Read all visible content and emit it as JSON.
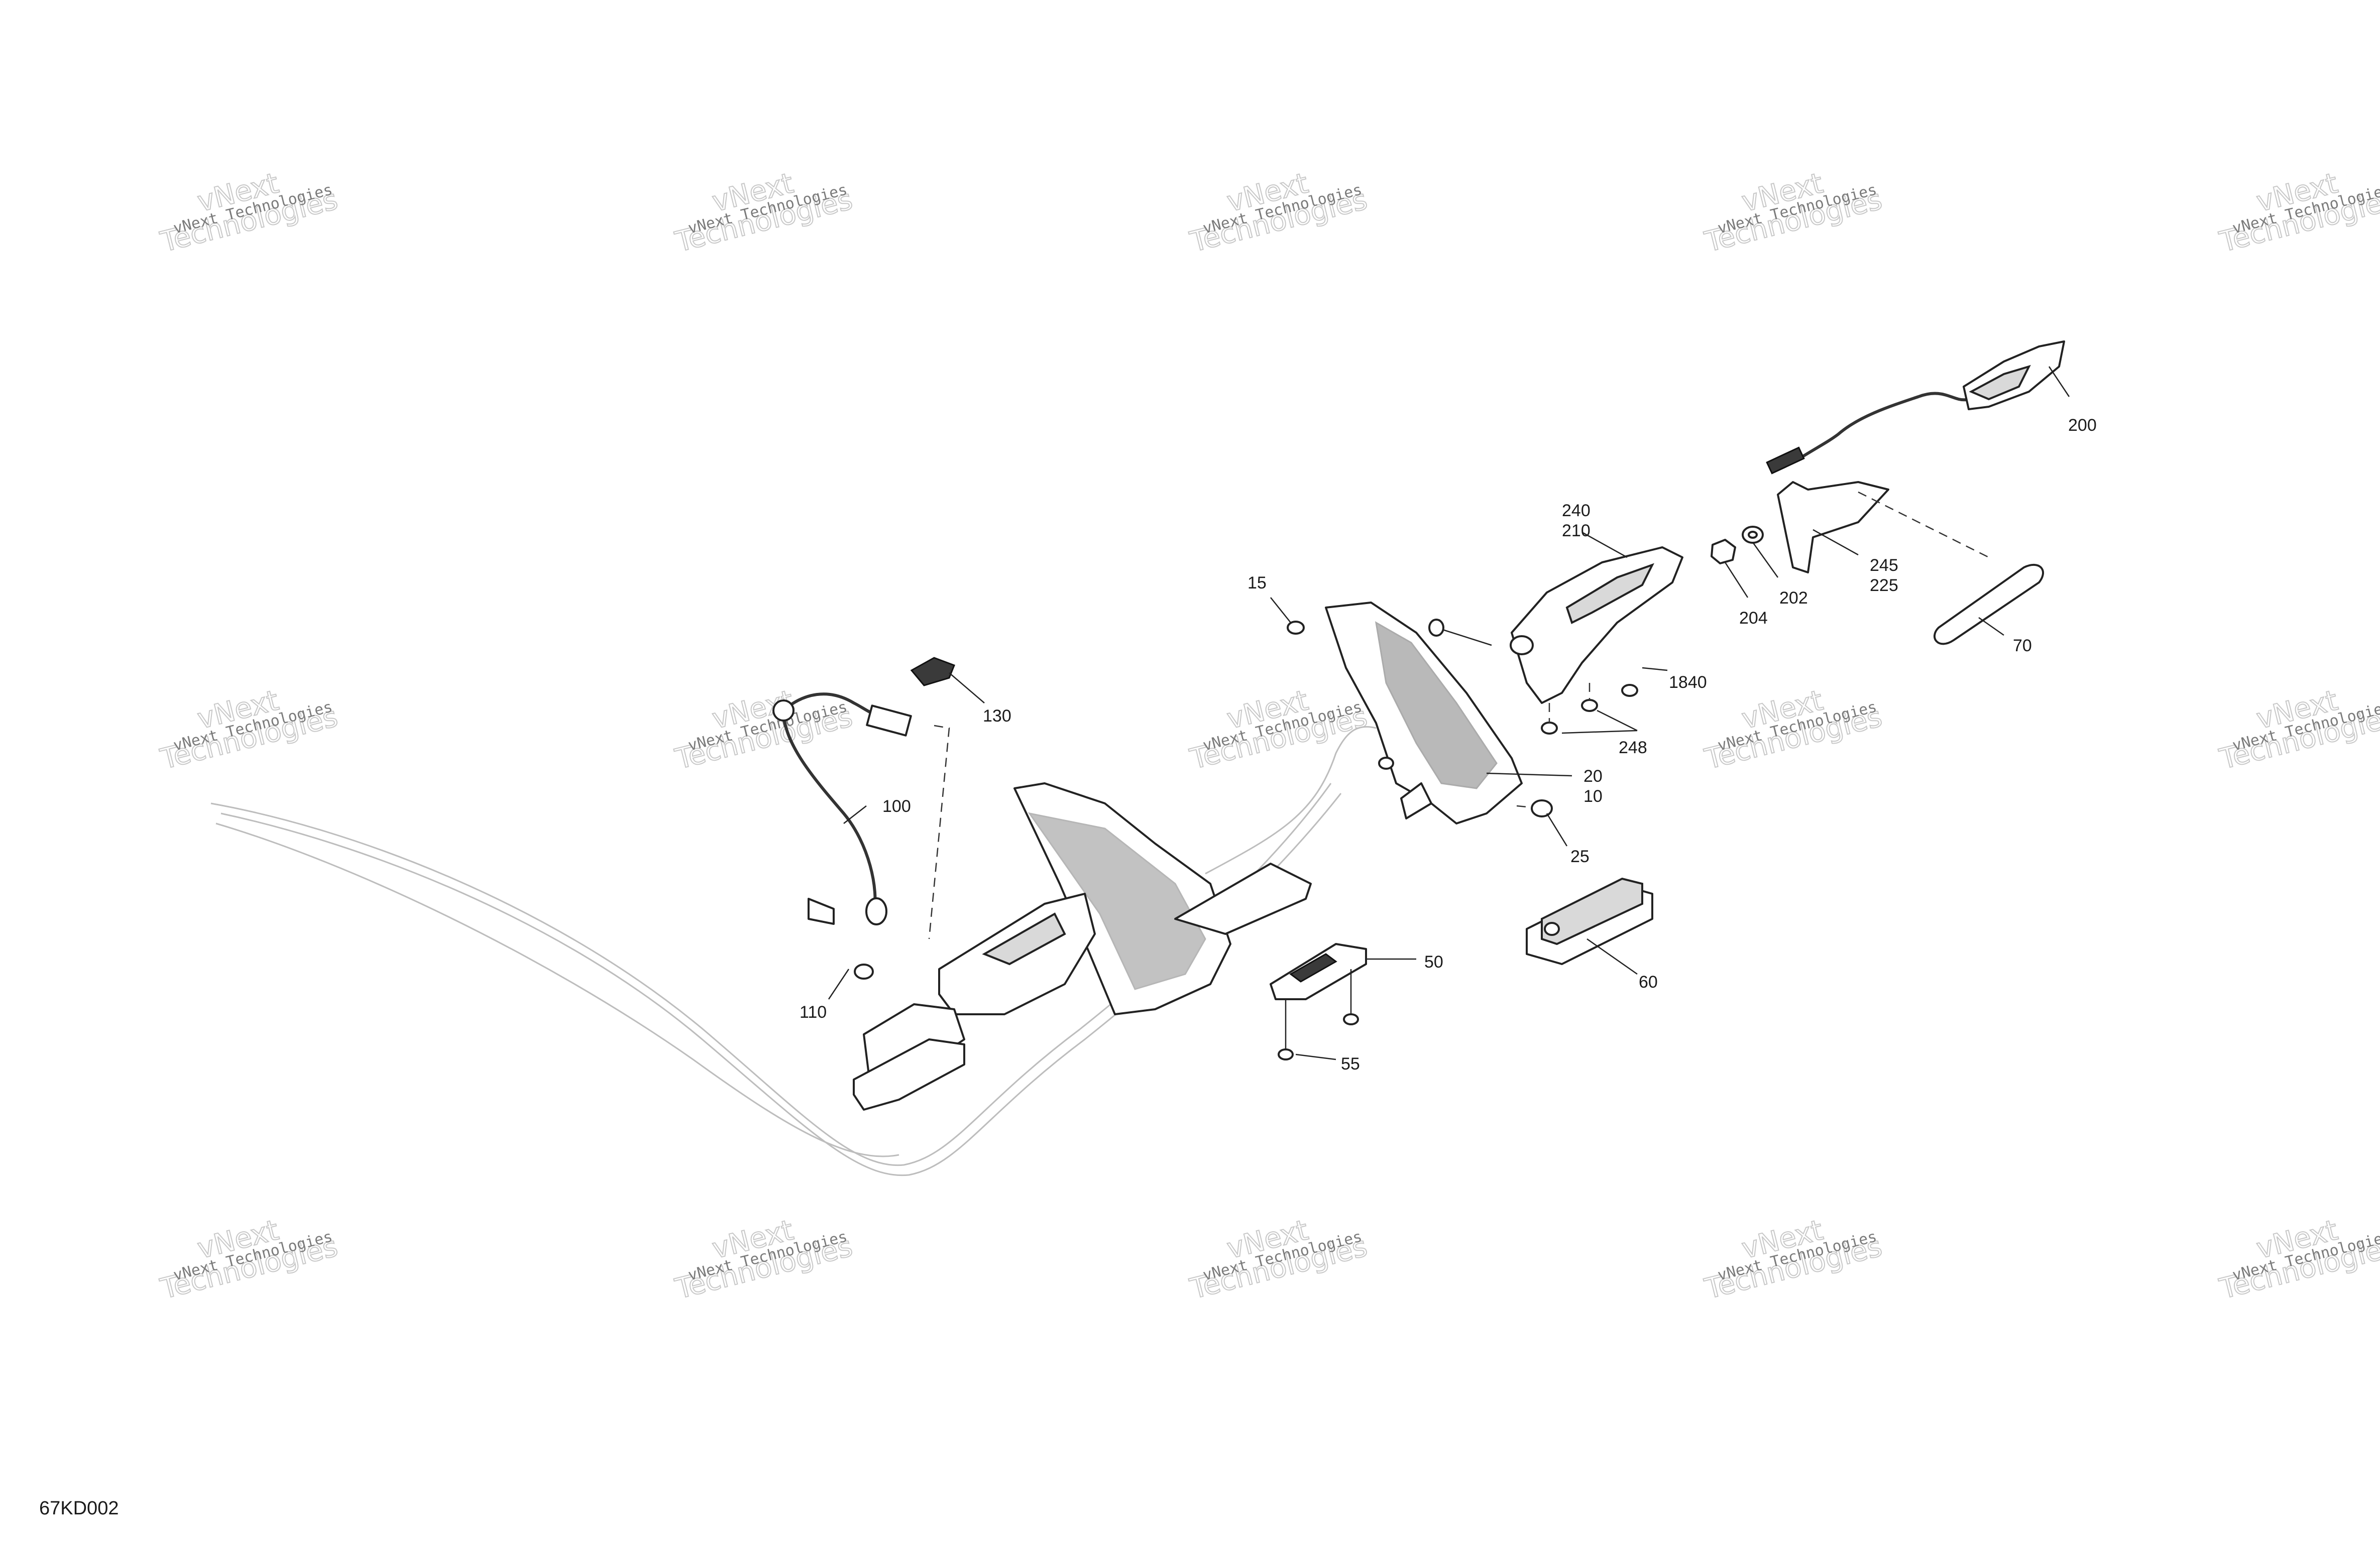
{
  "drawing_id": "67KD002",
  "watermark": {
    "line1": "vNext Technologies",
    "line2": "vNext",
    "line3": "Technologies"
  },
  "callouts": [
    {
      "id": "c200",
      "text": "200"
    },
    {
      "id": "c240",
      "text": "240"
    },
    {
      "id": "c210",
      "text": "210"
    },
    {
      "id": "c245",
      "text": "245"
    },
    {
      "id": "c225",
      "text": "225"
    },
    {
      "id": "c202",
      "text": "202"
    },
    {
      "id": "c204",
      "text": "204"
    },
    {
      "id": "c70",
      "text": "70"
    },
    {
      "id": "c15",
      "text": "15"
    },
    {
      "id": "c1840",
      "text": "1840"
    },
    {
      "id": "c248",
      "text": "248"
    },
    {
      "id": "c130",
      "text": "130"
    },
    {
      "id": "c20",
      "text": "20"
    },
    {
      "id": "c10",
      "text": "10"
    },
    {
      "id": "c100",
      "text": "100"
    },
    {
      "id": "c25",
      "text": "25"
    },
    {
      "id": "c50",
      "text": "50"
    },
    {
      "id": "c60",
      "text": "60"
    },
    {
      "id": "c110",
      "text": "110"
    },
    {
      "id": "c55",
      "text": "55"
    }
  ]
}
